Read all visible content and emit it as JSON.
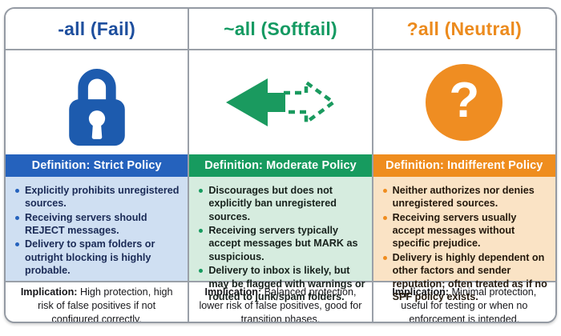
{
  "table": {
    "border_color": "#9aa0a8",
    "columns": [
      {
        "header": "-all (Fail)",
        "icon": "lock-icon",
        "accent": "#2562bd",
        "header_color": "#1e4f9e",
        "tint": "#cfdff2",
        "definition": "Definition: Strict Policy",
        "bullets": [
          "Explicitly prohibits unregistered sources.",
          "Receiving servers should REJECT messages.",
          "Delivery to spam folders or outright blocking is highly probable."
        ],
        "implication_label": "Implication:",
        "implication": " High protection, high risk of false positives if not configured correctly."
      },
      {
        "header": "~all (Softfail)",
        "icon": "softfail-arrows-icon",
        "accent": "#179b5f",
        "header_color": "#149a62",
        "tint": "#d6ecdf",
        "definition": "Definition: Moderate Policy",
        "bullets": [
          "Discourages but does not explicitly ban unregistered sources.",
          "Receiving servers typically accept messages but MARK as suspicious.",
          "Delivery to inbox is likely, but may be flagged with warnings or routed to junk/spam folders."
        ],
        "implication_label": "Implication:",
        "implication": " Balanced protection, lower risk of false positives, good for transition phases."
      },
      {
        "header": "?all (Neutral)",
        "icon": "question-mark-icon",
        "icon_glyph": "?",
        "accent": "#ef8d1e",
        "header_color": "#ec8b1e",
        "tint": "#fae3c5",
        "definition": "Definition: Indifferent Policy",
        "bullets": [
          "Neither authorizes nor denies unregistered sources.",
          "Receiving servers usually accept messages without specific prejudice.",
          "Delivery is highly dependent on other factors and sender reputation; often treated as if no SPF policy exists."
        ],
        "implication_label": "Implication:",
        "implication": " Minimal protection, useful for testing or when no enforcement is intended."
      }
    ]
  }
}
